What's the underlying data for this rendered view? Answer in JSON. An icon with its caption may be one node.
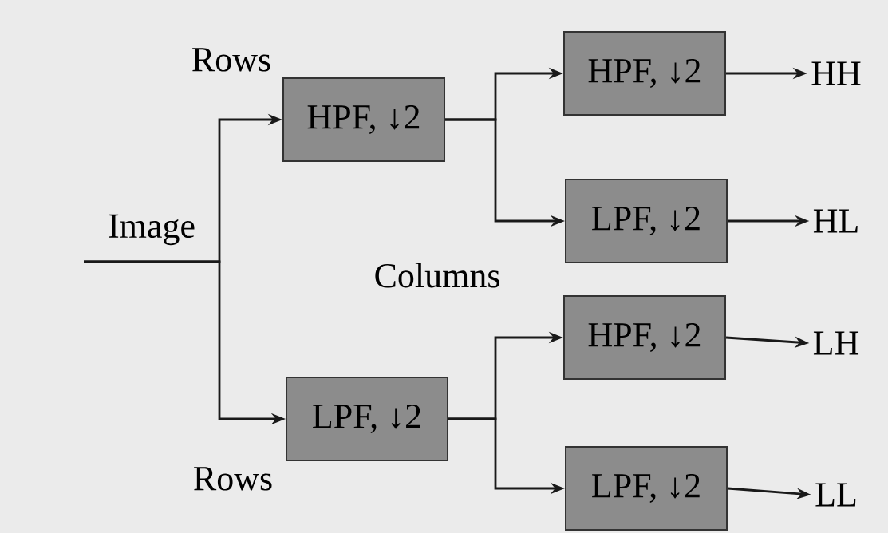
{
  "diagram": {
    "nodes": [
      {
        "text": [
          "HPF, ↓2"
        ]
      },
      {
        "text": [
          "LPF, ↓2"
        ]
      },
      {
        "text": [
          "HPF, ↓2"
        ]
      },
      {
        "text": [
          "LPF, ↓2"
        ]
      },
      {
        "text": [
          "HPF, ↓2"
        ]
      },
      {
        "text": [
          "LPF, ↓2"
        ]
      },
      {
        "text": [
          "HH"
        ]
      },
      {
        "text": [
          "HL"
        ]
      },
      {
        "text": [
          "LH"
        ]
      },
      {
        "text": [
          "LL"
        ]
      }
    ],
    "edges": [
      {
        "from": null,
        "to": 0,
        "arrow": "to"
      },
      {
        "from": null,
        "to": 1,
        "arrow": "to"
      },
      {
        "from": 0,
        "to": 2,
        "arrow": "to"
      },
      {
        "from": 0,
        "to": 3,
        "arrow": "to"
      },
      {
        "from": 1,
        "to": 4,
        "arrow": "to"
      },
      {
        "from": 1,
        "to": 5,
        "arrow": "to"
      },
      {
        "from": 2,
        "to": 6,
        "arrow": "to"
      },
      {
        "from": 3,
        "to": 7,
        "arrow": "to"
      },
      {
        "from": 4,
        "to": 8,
        "arrow": "to"
      },
      {
        "from": 5,
        "to": 9,
        "arrow": "to"
      }
    ],
    "labels": [
      "Rows",
      "Image",
      "Columns",
      "Rows"
    ]
  }
}
